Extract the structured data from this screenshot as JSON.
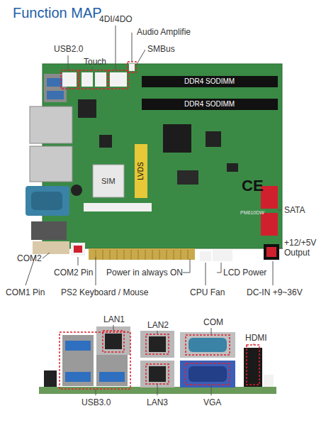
{
  "diagram": {
    "title": "Function MAP",
    "labels": [
      "4DI/4DO",
      "USB2.0",
      "Audio Amplifie",
      "SMBus",
      "Touch",
      "DDR4 SODIMM",
      "DDR4 SODIMM",
      "SIM",
      "LVDS",
      "CE",
      "PM610DW",
      "SATA",
      "+12/+5V Output",
      "COM2",
      "COM2 Pin",
      "Power in always ON",
      "LCD Power",
      "COM1 Pin",
      "PS2 Keyboard / Mouse",
      "CPU Fan",
      "DC-IN +9~36V",
      "LAN1",
      "LAN2",
      "COM",
      "HDMI",
      "USB3.0",
      "LAN3",
      "VGA"
    ]
  }
}
